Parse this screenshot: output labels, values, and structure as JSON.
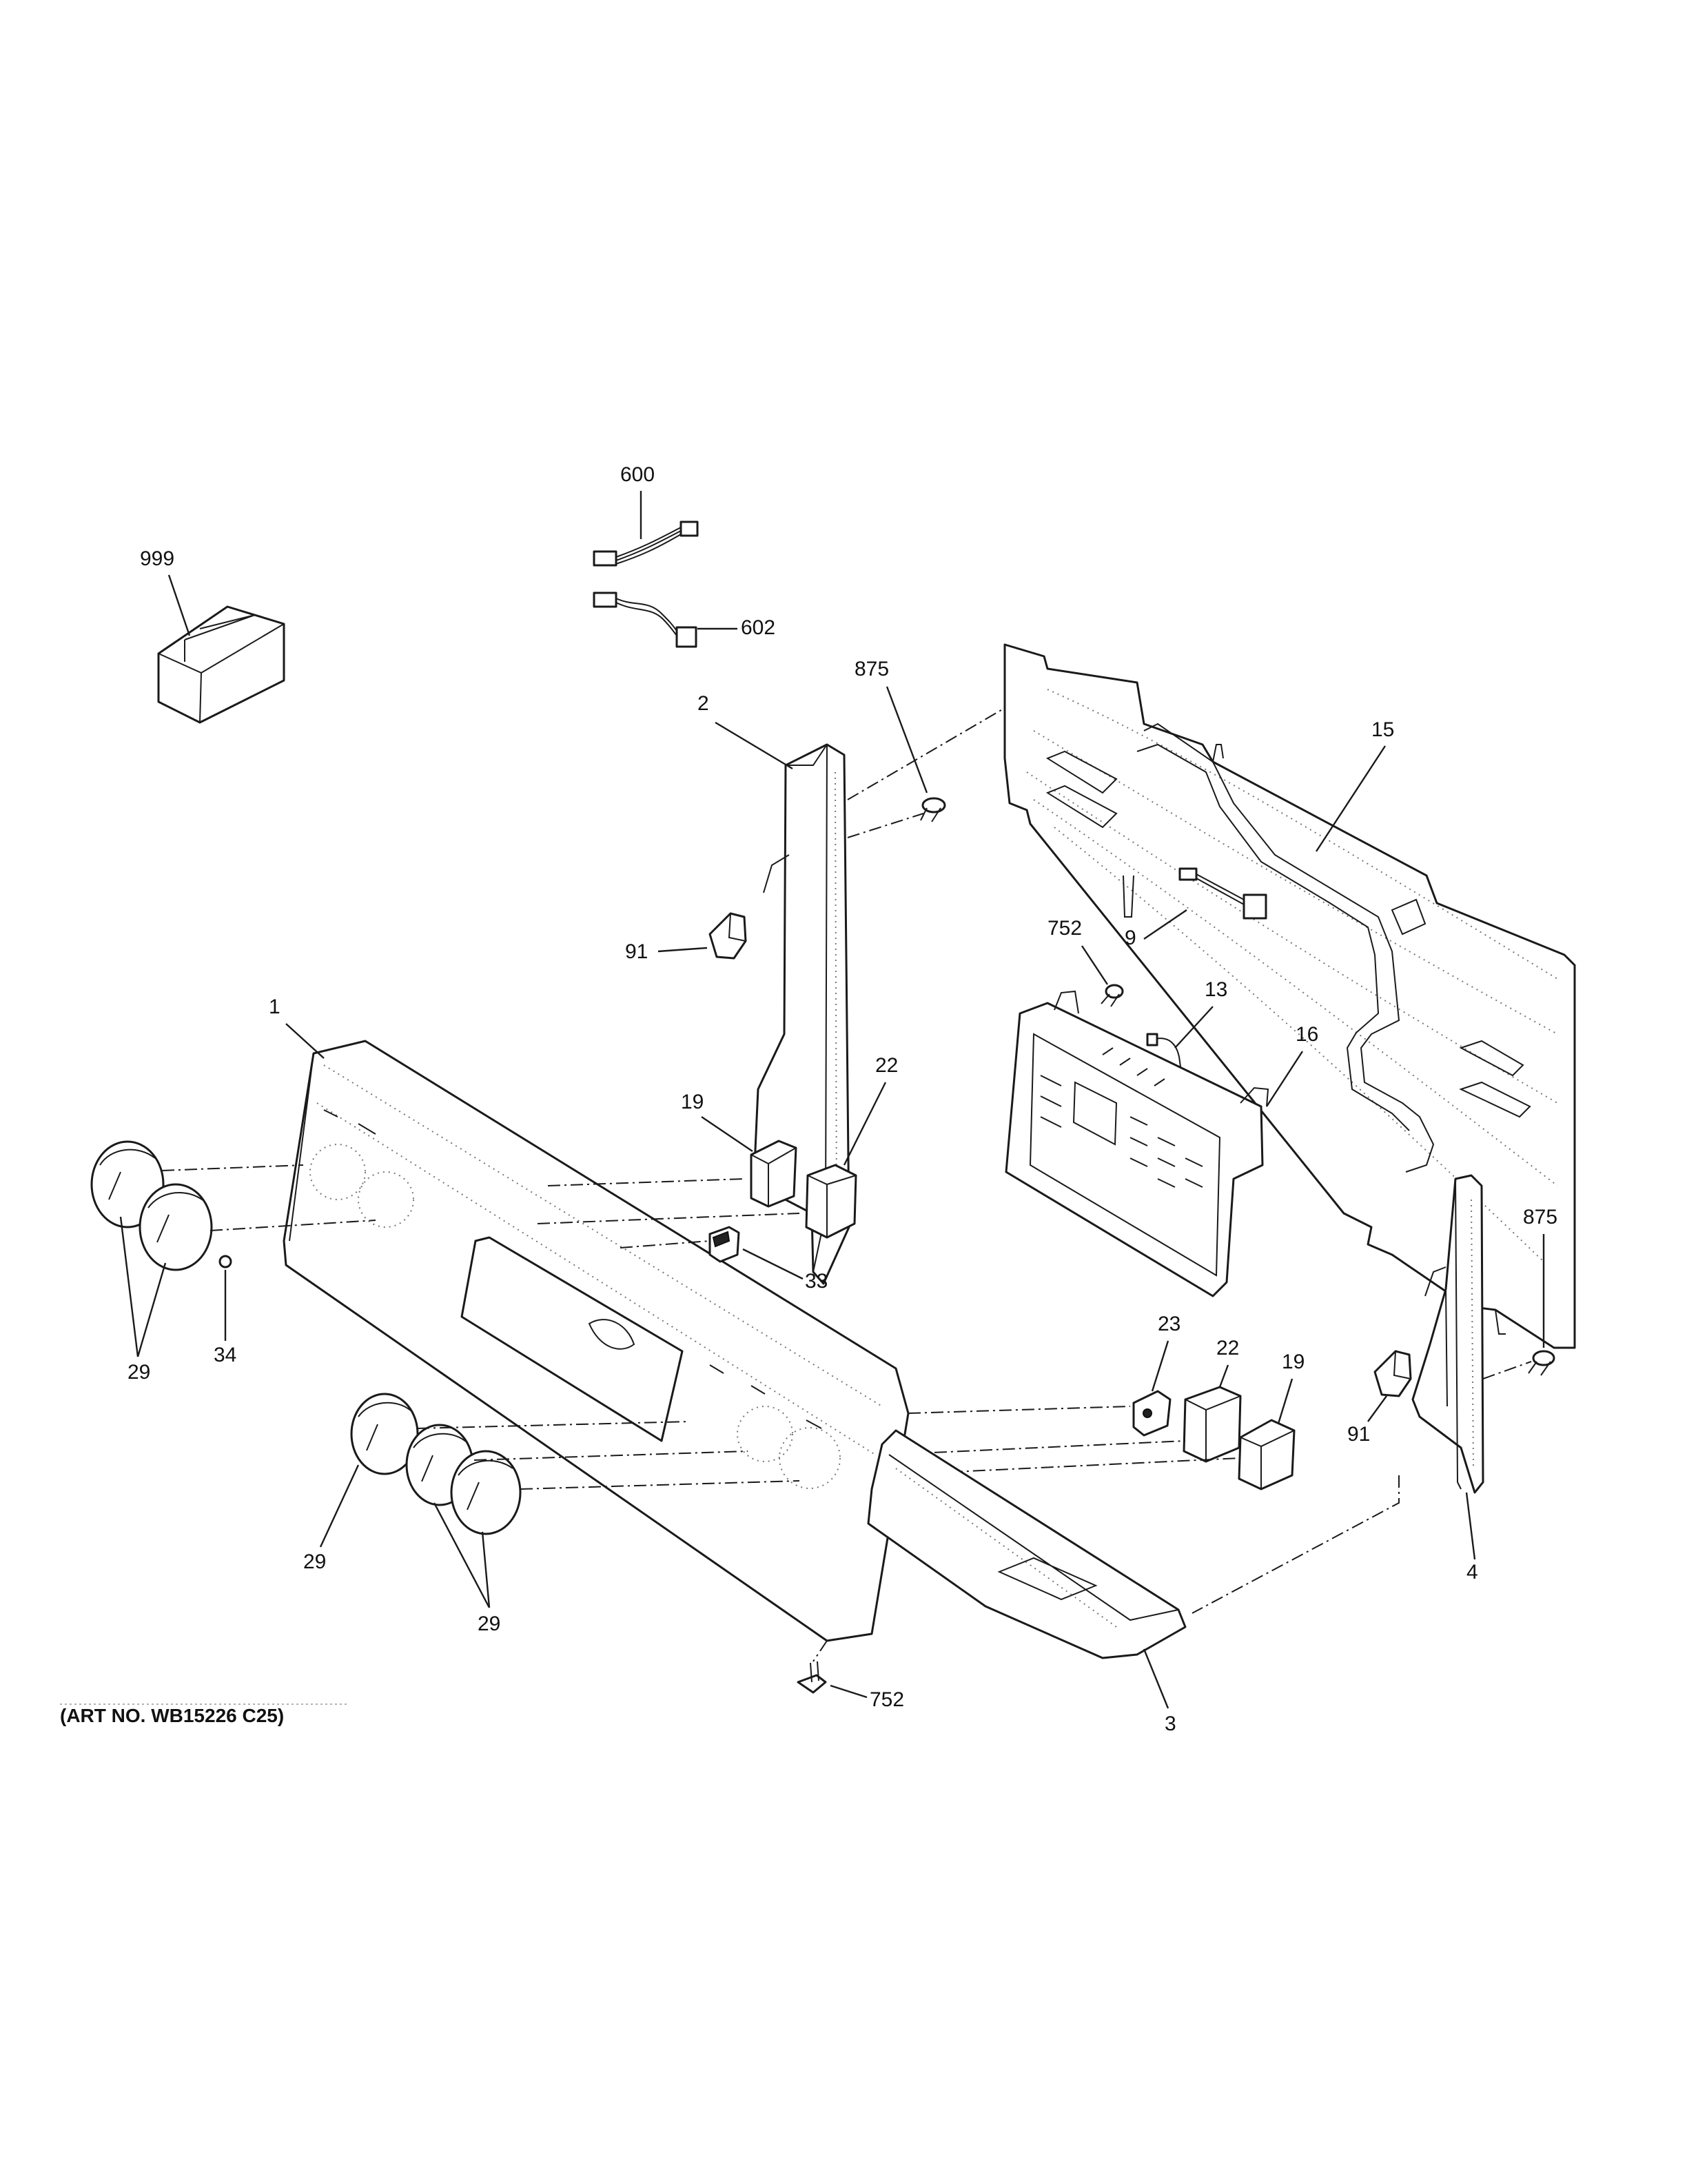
{
  "diagram": {
    "labels": {
      "p999": "999",
      "p600": "600",
      "p602": "602",
      "p875a": "875",
      "p2": "2",
      "p15": "15",
      "p91a": "91",
      "p752a": "752",
      "p9": "9",
      "p13": "13",
      "p1": "1",
      "p19a": "19",
      "p22a": "22",
      "p16": "16",
      "p875b": "875",
      "p33": "33",
      "p29a": "29",
      "p34": "34",
      "p23": "23",
      "p22b": "22",
      "p19b": "19",
      "p91b": "91",
      "p29b": "29",
      "p4": "4",
      "p29c": "29",
      "p752b": "752",
      "p3": "3"
    },
    "art_number": "(ART NO. WB15226 C25)"
  }
}
